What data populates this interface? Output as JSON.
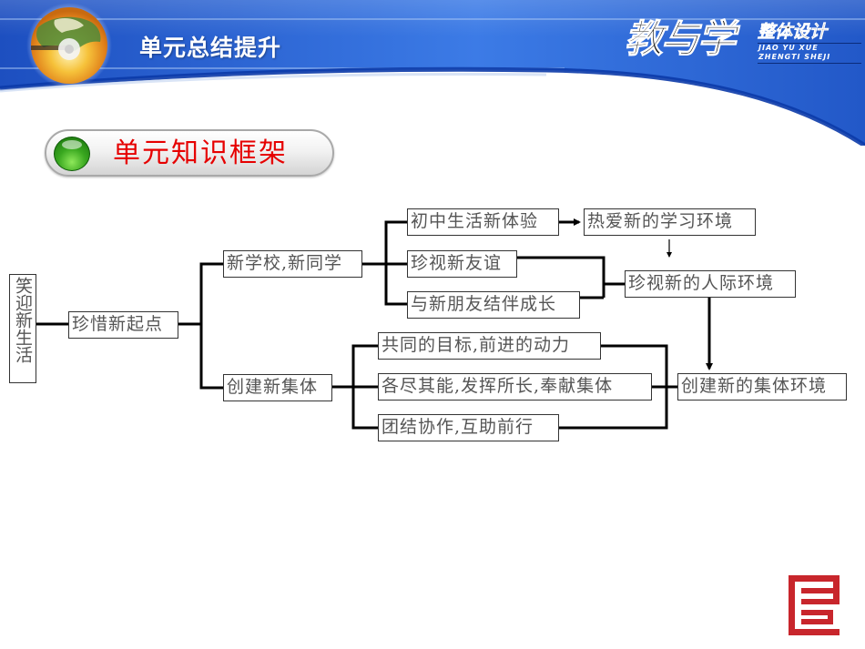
{
  "header": {
    "title": "单元总结提升",
    "brand": {
      "main": "教与学",
      "sub": "整体设计",
      "pinyin_line1": "JIAO YU XUE",
      "pinyin_line2": "ZHENGTI SHEJI"
    },
    "colors": {
      "banner_dark": "#1a4fc4",
      "banner_light": "#4a86e8",
      "title_text": "#ffffff"
    }
  },
  "section": {
    "title": "单元知识框架",
    "title_color": "#e60000",
    "indicator_color": "#2e9a1a"
  },
  "diagram": {
    "root": "笑迎新生活",
    "level1": "珍惜新起点",
    "branches": [
      {
        "label": "新学校，新同学",
        "children": [
          "初中生活新体验",
          "珍视新友谊",
          "与新朋友结伴成长"
        ]
      },
      {
        "label": "创建新集体",
        "children": [
          "共同的目标，前进的动力",
          "各尽其能，发挥所长，奉献集体",
          "团结协作，互助前行"
        ]
      }
    ],
    "outcomes": {
      "learning_env": "热爱新的学习环境",
      "interpersonal_env": "珍视新的人际环境",
      "collective_env": "创建新的集体环境"
    },
    "display_labels": {
      "new_school": "新学校,新同学",
      "goal": "共同的目标,前进的动力",
      "contribute": "各尽其能,发挥所长,奉献集体",
      "unite": "团结协作,互助前行"
    }
  },
  "seal_icon": "red-seal-logo"
}
